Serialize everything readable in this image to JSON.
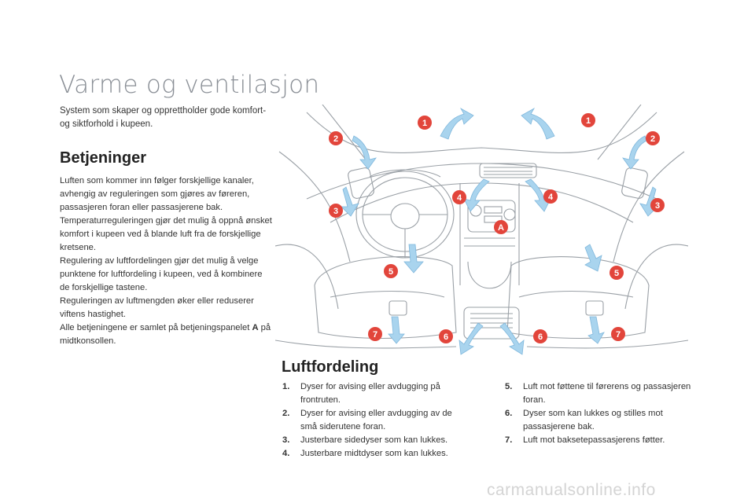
{
  "page": {
    "title": "Varme og ventilasjon",
    "intro": "System som skaper og opprettholder gode komfort- og siktforhold i kupeen."
  },
  "betjeninger": {
    "heading": "Betjeninger",
    "p1": "Luften som kommer inn følger forskjellige kanaler, avhengig av reguleringen som gjøres av føreren, passasjeren foran eller passasjerene bak.",
    "p2": "Temperaturreguleringen gjør det mulig å oppnå ønsket komfort i kupeen ved å blande luft fra de forskjellige kretsene.",
    "p3": "Regulering av luftfordelingen gjør det mulig å velge punktene for luftfordeling i kupeen, ved å kombinere de forskjellige tastene.",
    "p4": "Reguleringen av luftmengden øker eller reduserer viftens hastighet.",
    "p5_pre": "Alle betjeningene er samlet på betjeningspanelet ",
    "p5_bold": "A",
    "p5_post": " på midtkonsollen."
  },
  "luftfordeling": {
    "heading": "Luftfordeling",
    "items": [
      {
        "num": "1.",
        "text": "Dyser for avising eller avdugging på frontruten."
      },
      {
        "num": "2.",
        "text": "Dyser for avising eller avdugging av de små siderutene foran."
      },
      {
        "num": "3.",
        "text": "Justerbare sidedyser som kan lukkes."
      },
      {
        "num": "4.",
        "text": "Justerbare midtdyser som kan lukkes."
      },
      {
        "num": "5.",
        "text": "Luft mot føttene til førerens og passasjeren foran."
      },
      {
        "num": "6.",
        "text": "Dyser som kan lukkes og stilles mot passasjerene bak."
      },
      {
        "num": "7.",
        "text": "Luft mot baksetepassasjerens føtter."
      }
    ]
  },
  "figure": {
    "markers": [
      "1",
      "1",
      "2",
      "2",
      "3",
      "3",
      "4",
      "4",
      "A",
      "5",
      "5",
      "6",
      "6",
      "7",
      "7"
    ]
  },
  "watermark": "carmanualsonline.info",
  "colors": {
    "marker": "#e2453b",
    "arrow": "#a9d4ee",
    "arrow_stroke": "#7fb7dc",
    "line": "#9aa0a6",
    "title": "#8a8f96"
  }
}
